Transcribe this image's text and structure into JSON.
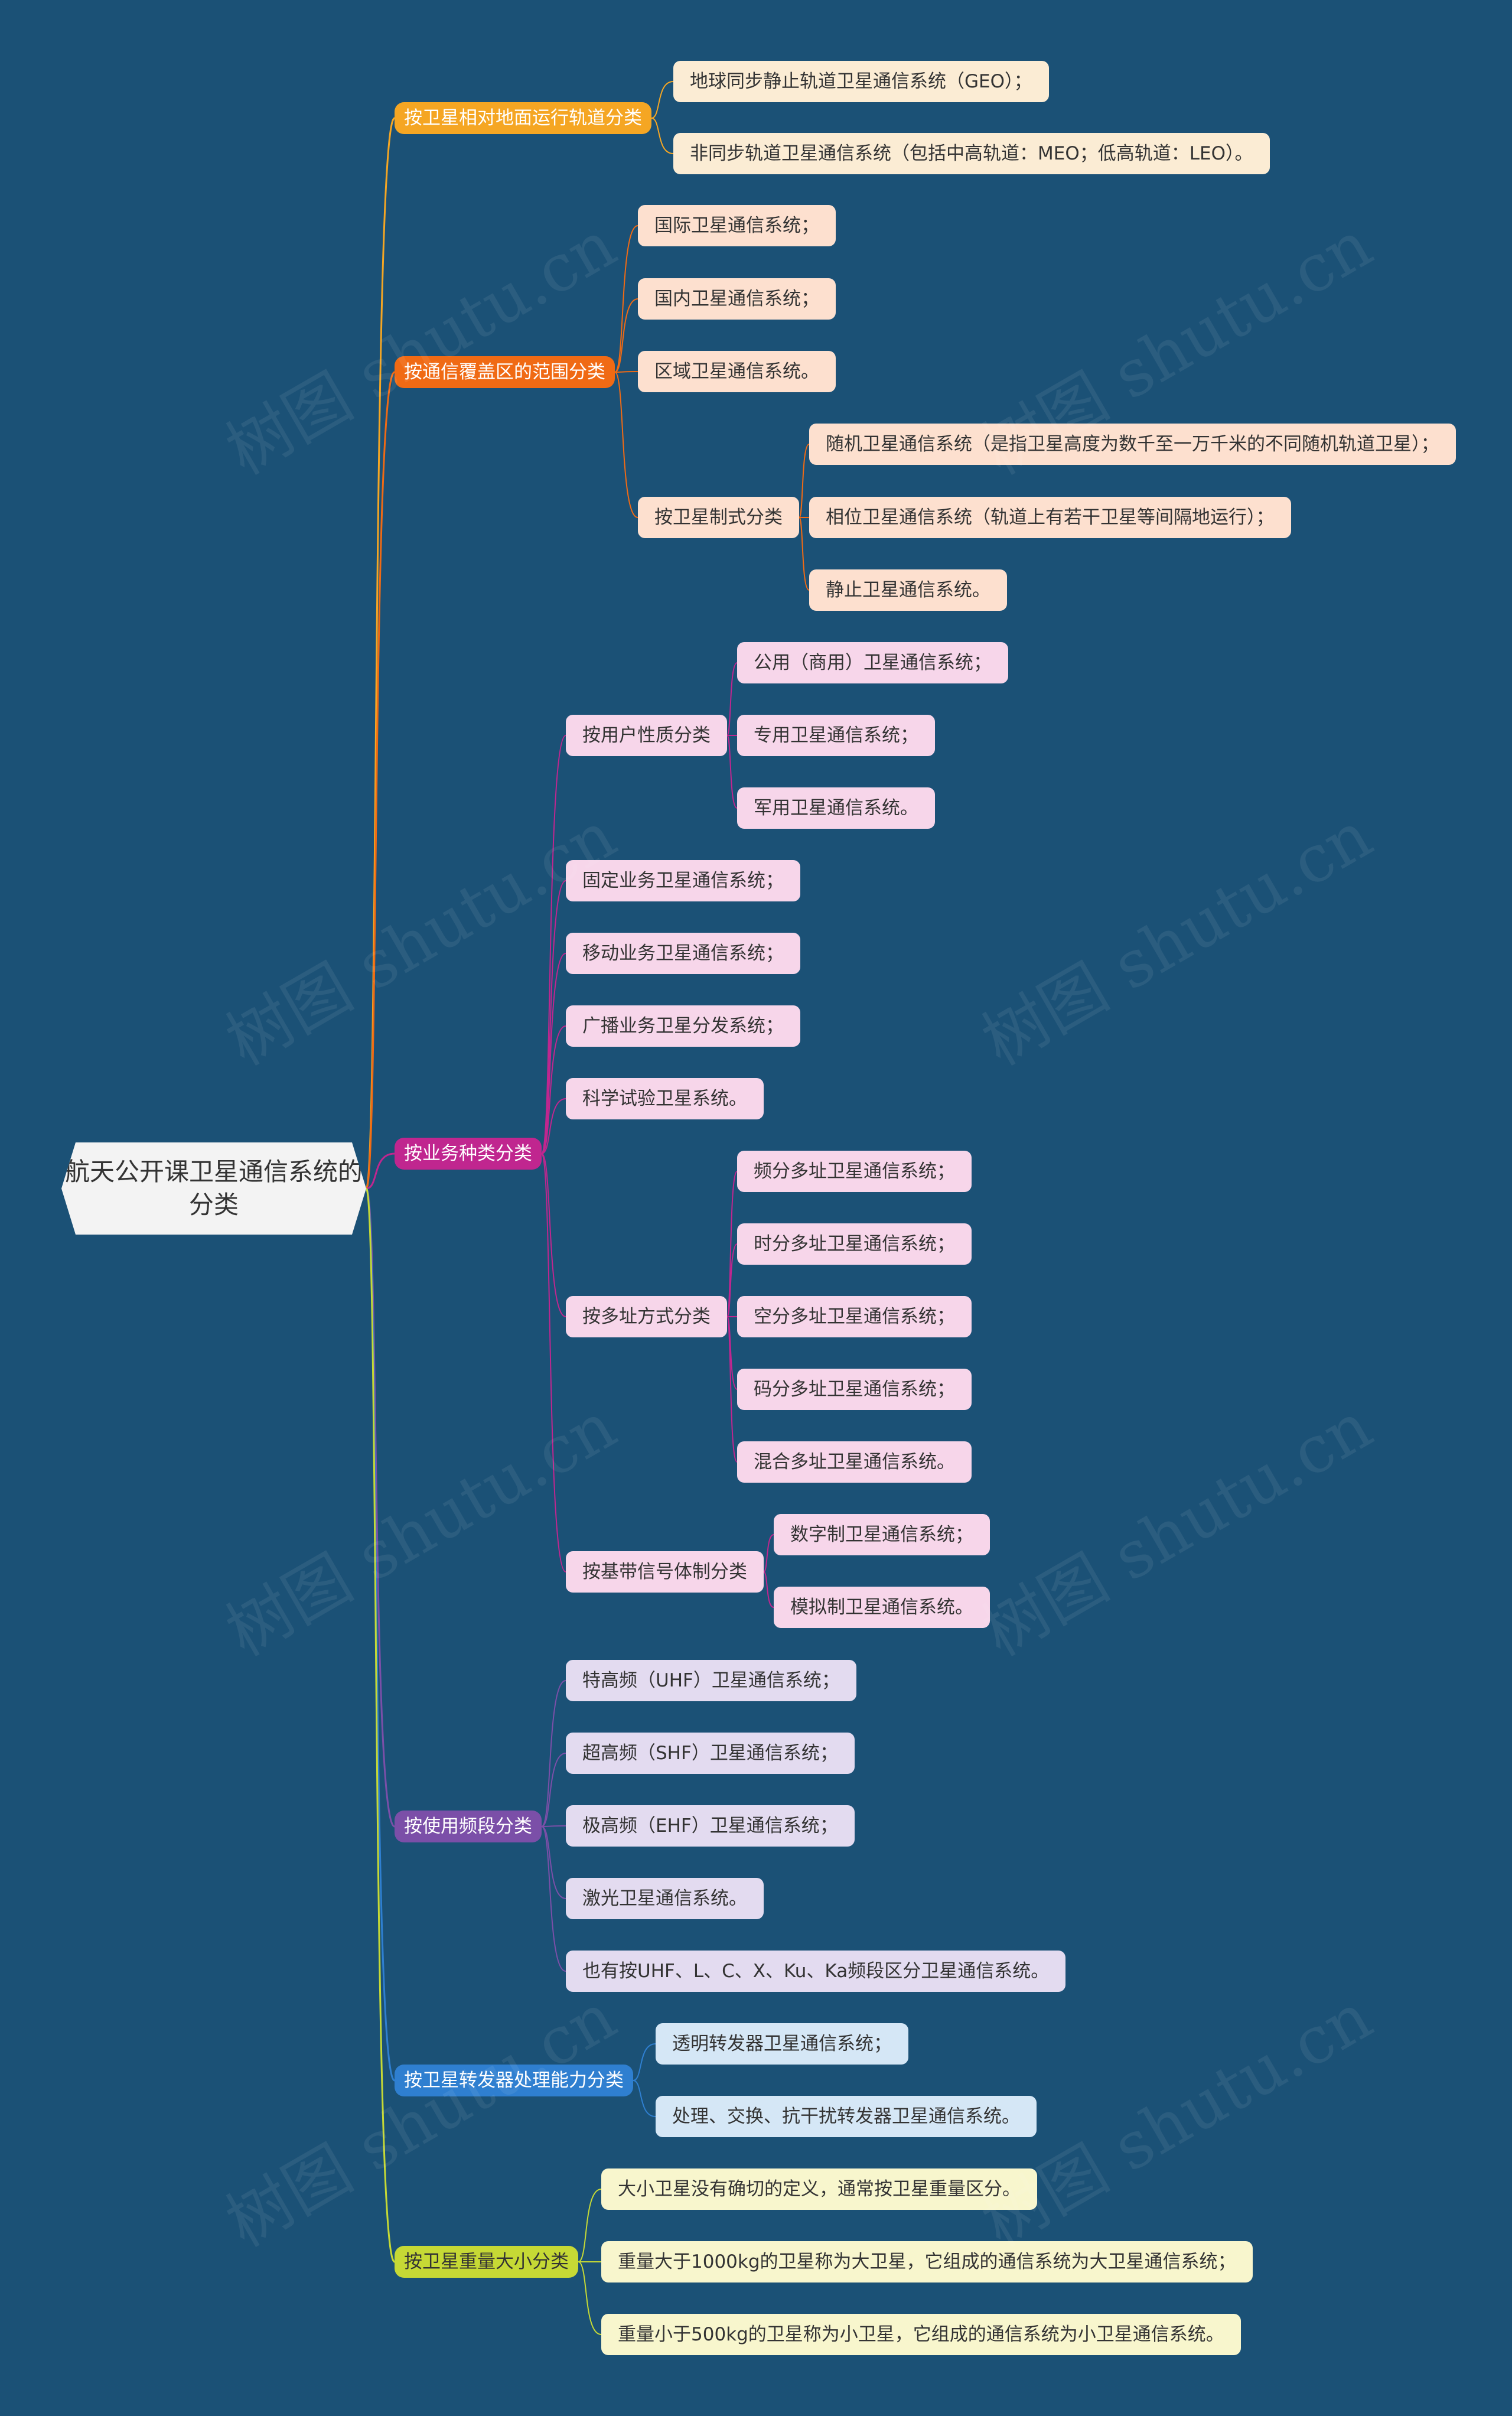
{
  "root": {
    "title": "航天公开课卫星通信系统的分类"
  },
  "watermark": "树图 shutu.cn",
  "branches": [
    {
      "id": "orbit",
      "label": "按卫星相对地面运行轨道分类",
      "color": "#f5a623",
      "leaf_bg": "#fbecd4",
      "children": [
        {
          "label": "地球同步静止轨道卫星通信系统（GEO）；"
        },
        {
          "label": "非同步轨道卫星通信系统（包括中高轨道：MEO；低高轨道：LEO）。"
        }
      ]
    },
    {
      "id": "coverage",
      "label": "按通信覆盖区的范围分类",
      "color": "#f06a14",
      "leaf_bg": "#fde0cf",
      "children": [
        {
          "label": "国际卫星通信系统；"
        },
        {
          "label": "国内卫星通信系统；"
        },
        {
          "label": "区域卫星通信系统。"
        },
        {
          "label": "按卫星制式分类",
          "children": [
            {
              "label": "随机卫星通信系统（是指卫星高度为数千至一万千米的不同随机轨道卫星）；"
            },
            {
              "label": "相位卫星通信系统（轨道上有若干卫星等间隔地运行）；"
            },
            {
              "label": "静止卫星通信系统。"
            }
          ]
        }
      ]
    },
    {
      "id": "service",
      "label": "按业务种类分类",
      "color": "#c0268f",
      "leaf_bg": "#f7d6ea",
      "children": [
        {
          "label": "按用户性质分类",
          "children": [
            {
              "label": "公用（商用）卫星通信系统；"
            },
            {
              "label": "专用卫星通信系统；"
            },
            {
              "label": "军用卫星通信系统。"
            }
          ]
        },
        {
          "label": "固定业务卫星通信系统；"
        },
        {
          "label": "移动业务卫星通信系统；"
        },
        {
          "label": "广播业务卫星分发系统；"
        },
        {
          "label": "科学试验卫星系统。"
        },
        {
          "label": "按多址方式分类",
          "children": [
            {
              "label": "频分多址卫星通信系统；"
            },
            {
              "label": "时分多址卫星通信系统；"
            },
            {
              "label": "空分多址卫星通信系统；"
            },
            {
              "label": "码分多址卫星通信系统；"
            },
            {
              "label": "混合多址卫星通信系统。"
            }
          ]
        },
        {
          "label": "按基带信号体制分类",
          "children": [
            {
              "label": "数字制卫星通信系统；"
            },
            {
              "label": "模拟制卫星通信系统。"
            }
          ]
        }
      ]
    },
    {
      "id": "band",
      "label": "按使用频段分类",
      "color": "#7b4fa8",
      "leaf_bg": "#e3dbf0",
      "children": [
        {
          "label": "特高频（UHF）卫星通信系统；"
        },
        {
          "label": "超高频（SHF）卫星通信系统；"
        },
        {
          "label": "极高频（EHF）卫星通信系统；"
        },
        {
          "label": "激光卫星通信系统。"
        },
        {
          "label": "也有按UHF、L、C、X、Ku、Ka频段区分卫星通信系统。"
        }
      ]
    },
    {
      "id": "transponder",
      "label": "按卫星转发器处理能力分类",
      "color": "#2f7fd0",
      "leaf_bg": "#d5e7f6",
      "children": [
        {
          "label": "透明转发器卫星通信系统；"
        },
        {
          "label": "处理、交换、抗干扰转发器卫星通信系统。"
        }
      ]
    },
    {
      "id": "weight",
      "label": "按卫星重量大小分类",
      "color": "#c6d935",
      "text_color": "#333333",
      "leaf_bg": "#f8f6cd",
      "children": [
        {
          "label": "大小卫星没有确切的定义，通常按卫星重量区分。"
        },
        {
          "label": "重量大于1000kg的卫星称为大卫星，它组成的通信系统为大卫星通信系统；"
        },
        {
          "label": "重量小于500kg的卫星称为小卫星，它组成的通信系统为小卫星通信系统。"
        }
      ]
    }
  ]
}
